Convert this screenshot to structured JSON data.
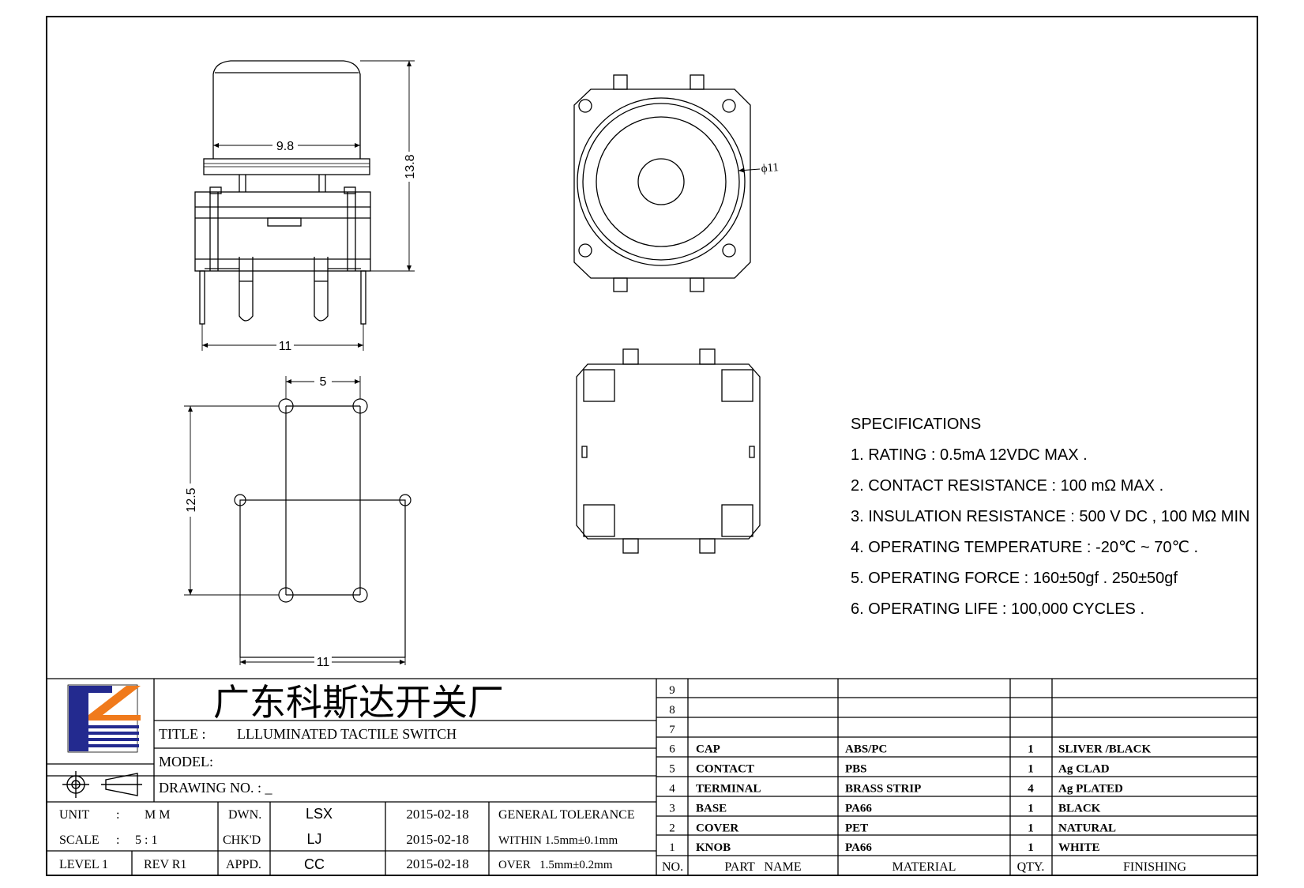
{
  "dimensions": {
    "cap_width": "9.8",
    "height": "13.8",
    "body_width_side": "11",
    "cap_diameter": "ϕ11",
    "pitch": "5",
    "row_spacing": "12.5",
    "footprint_width": "11"
  },
  "specifications": {
    "heading": "SPECIFICATIONS",
    "items": [
      "1. RATING : 0.5mA 12VDC MAX .",
      "2. CONTACT RESISTANCE : 100 mΩ MAX .",
      "3. INSULATION RESISTANCE : 500 V DC , 100 MΩ MIN",
      "4. OPERATING TEMPERATURE : -20℃ ~ 70℃ .",
      "5. OPERATING FORCE : 160±50gf . 250±50gf",
      "6. OPERATING LIFE : 100,000 CYCLES ."
    ]
  },
  "title_block": {
    "company": "广东科斯达开关厂",
    "title_label": "TITLE :",
    "title_value": "LLLUMINATED TACTILE SWITCH",
    "model_label": "MODEL:",
    "drawing_no_label": "DRAWING NO. : _",
    "unit_label": "UNIT",
    "unit_colon": ":",
    "unit_value": "M M",
    "scale_label": "SCALE",
    "scale_colon": ":",
    "scale_value": "5 : 1",
    "level": "LEVEL 1",
    "rev": "REV  R1",
    "dwn_label": "DWN.",
    "dwn_name": "LSX",
    "dwn_date": "2015-02-18",
    "chk_label": "CHK'D",
    "chk_name": "LJ",
    "chk_date": "2015-02-18",
    "appd_label": "APPD.",
    "appd_name": "CC",
    "appd_date": "2015-02-18",
    "tolerance_heading": "GENERAL TOLERANCE",
    "tolerance_within": "WITHIN 1.5mm±0.1mm",
    "tolerance_over": "OVER   1.5mm±0.2mm"
  },
  "bom": {
    "headers": {
      "no": "NO.",
      "part_name": "PART   NAME",
      "material": "MATERIAL",
      "qty": "QTY.",
      "finishing": "FINISHING"
    },
    "rows": [
      {
        "no": "9",
        "part": "",
        "material": "",
        "qty": "",
        "finishing": ""
      },
      {
        "no": "8",
        "part": "",
        "material": "",
        "qty": "",
        "finishing": ""
      },
      {
        "no": "7",
        "part": "",
        "material": "",
        "qty": "",
        "finishing": ""
      },
      {
        "no": "6",
        "part": "CAP",
        "material": "ABS/PC",
        "qty": "1",
        "finishing": "SLIVER /BLACK"
      },
      {
        "no": "5",
        "part": "CONTACT",
        "material": "PBS",
        "qty": "1",
        "finishing": "Ag CLAD"
      },
      {
        "no": "4",
        "part": "TERMINAL",
        "material": "BRASS STRIP",
        "qty": "4",
        "finishing": "Ag PLATED"
      },
      {
        "no": "3",
        "part": "BASE",
        "material": "PA66",
        "qty": "1",
        "finishing": "BLACK"
      },
      {
        "no": "2",
        "part": "COVER",
        "material": "PET",
        "qty": "1",
        "finishing": "NATURAL"
      },
      {
        "no": "1",
        "part": "KNOB",
        "material": "PA66",
        "qty": "1",
        "finishing": "WHITE"
      }
    ]
  },
  "colors": {
    "logo_blue": "#232a8f",
    "logo_orange": "#f07a1c",
    "line": "#000000"
  }
}
